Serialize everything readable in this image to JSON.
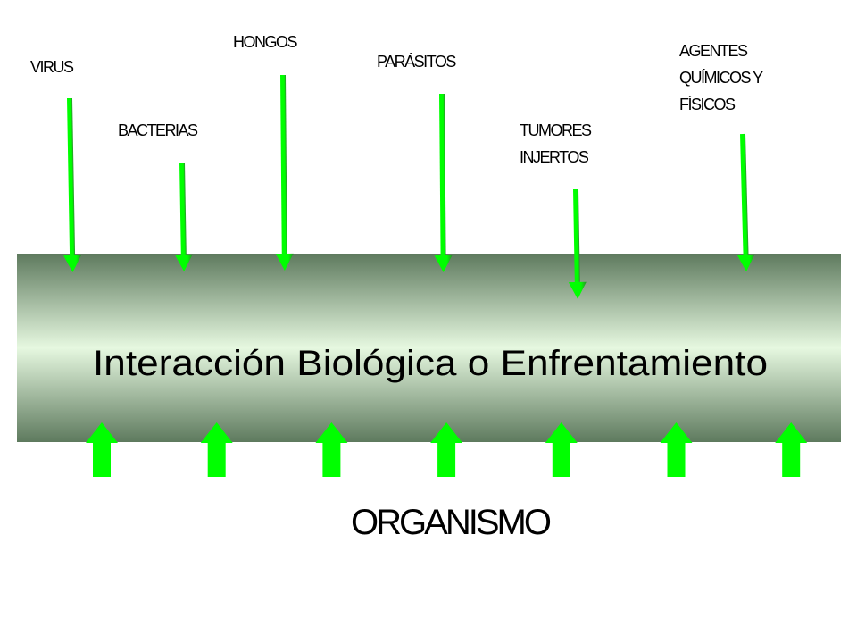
{
  "agents": [
    {
      "lines": [
        "VIRUS"
      ]
    },
    {
      "lines": [
        "BACTERIAS"
      ]
    },
    {
      "lines": [
        "HONGOS"
      ]
    },
    {
      "lines": [
        "PARÁSITOS"
      ]
    },
    {
      "lines": [
        "TUMORES",
        "INJERTOS"
      ]
    },
    {
      "lines": [
        "AGENTES",
        "QUÍMICOS Y",
        "FÍSICOS"
      ]
    }
  ],
  "band": {
    "title": "Interacción Biológica o Enfrentamiento",
    "gradient_edge_color": "#5e7a5e",
    "gradient_center_color": "#e6f8e0"
  },
  "organism_label": "ORGANISMO",
  "colors": {
    "arrow_green": "#00ff00",
    "arrow_shadow": "#2e8b2e"
  },
  "organism_arrow_count": 7
}
